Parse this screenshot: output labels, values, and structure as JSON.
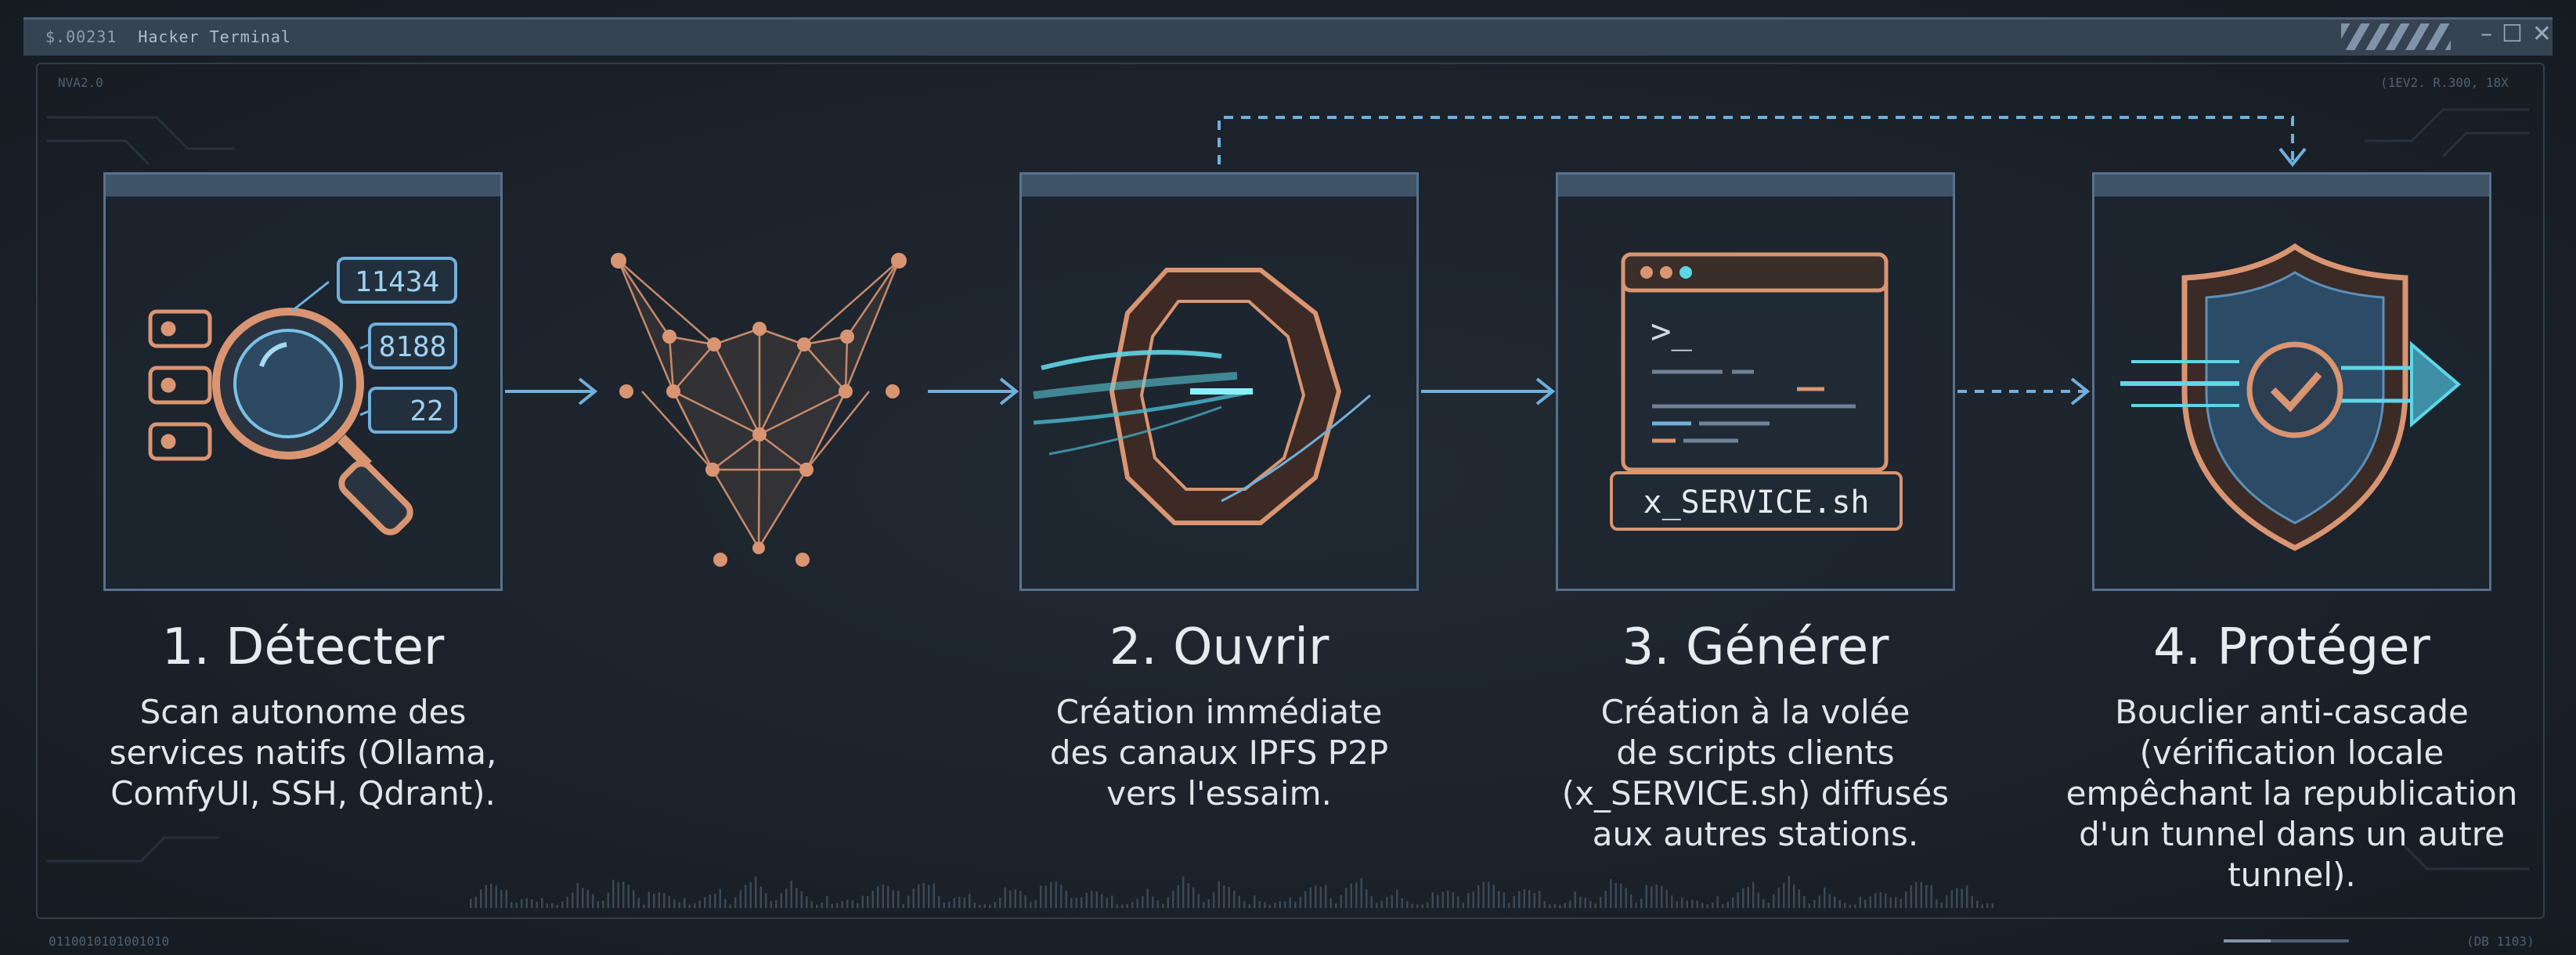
{
  "window": {
    "code": "$.00231",
    "title": "Hacker Terminal",
    "controls": [
      "–",
      "☐",
      "✕"
    ]
  },
  "hud": {
    "top_left": "NVA2.0",
    "top_right": "(1EV2. R.300, 18X",
    "bottom_left": "0110010101001010",
    "bottom_right": "(DB 1103)"
  },
  "ports": [
    "11434",
    "8188",
    "22"
  ],
  "script_file": "x_SERVICE.sh",
  "prompt": ">_",
  "steps": [
    {
      "title": "1. Détecter",
      "desc": [
        "Scan autonome des",
        "services natifs (Ollama,",
        "ComfyUI, SSH, Qdrant)."
      ]
    },
    {
      "title": "2. Ouvrir",
      "desc": [
        "Création immédiate",
        "des canaux IPFS P2P",
        "vers l'essaim."
      ]
    },
    {
      "title": "3. Générer",
      "desc": [
        "Création à la volée",
        "de scripts clients",
        "(x_SERVICE.sh) diffusés",
        "aux autres stations."
      ]
    },
    {
      "title": "4. Protéger",
      "desc": [
        "Bouclier anti-cascade",
        "(vérification locale",
        "empêchant la republication",
        "d'un tunnel dans un autre",
        "tunnel)."
      ]
    }
  ],
  "colors": {
    "accent_orange": "#d99572",
    "accent_blue": "#6fb0dc",
    "accent_cyan": "#5fd6e6",
    "panel_border": "#56728f",
    "text": "#e6ebf0"
  }
}
